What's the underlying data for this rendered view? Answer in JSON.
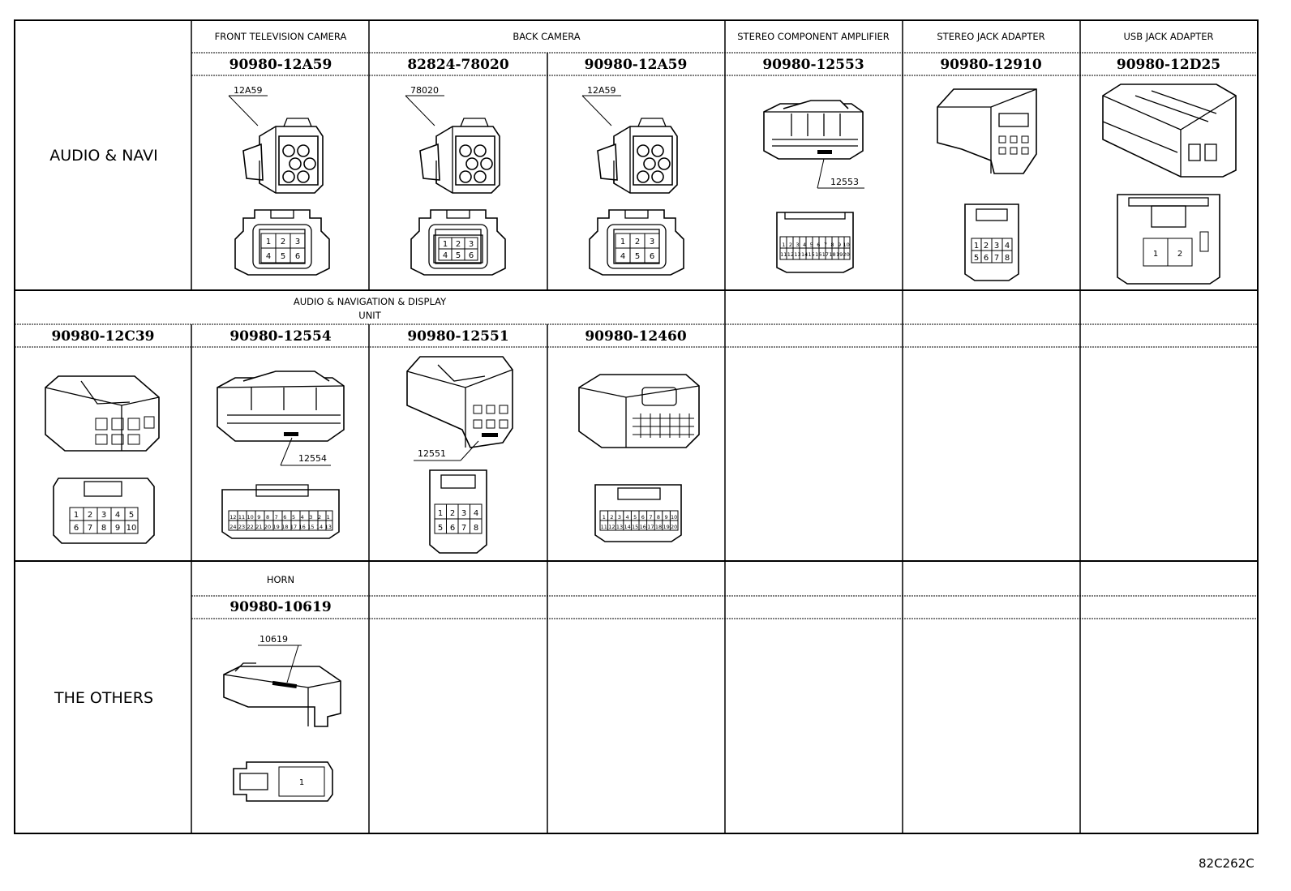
{
  "sections": {
    "audio_navi": "AUDIO & NAVI",
    "the_others": "THE OTHERS"
  },
  "row1": {
    "components": [
      {
        "title": "FRONT TELEVISION CAMERA"
      },
      {
        "title": "BACK CAMERA"
      },
      {
        "title": "STEREO COMPONENT AMPLIFIER"
      },
      {
        "title": "STEREO JACK ADAPTER"
      },
      {
        "title": "USB JACK ADAPTER"
      }
    ],
    "part_numbers": [
      "90980-12A59",
      "82824-78020",
      "90980-12A59",
      "90980-12553",
      "90980-12910",
      "90980-12D25"
    ],
    "labels": [
      "12A59",
      "78020",
      "12A59",
      "12553"
    ]
  },
  "row2": {
    "title_line1": "AUDIO & NAVIGATION & DISPLAY",
    "title_line2": "UNIT",
    "part_numbers": [
      "90980-12C39",
      "90980-12554",
      "90980-12551",
      "90980-12460"
    ],
    "labels": [
      "12554",
      "12551"
    ]
  },
  "row3": {
    "title": "HORN",
    "part_number": "90980-10619",
    "label": "10619"
  },
  "pins": {
    "six": [
      "1",
      "2",
      "3",
      "4",
      "5",
      "6"
    ],
    "eight": [
      "1",
      "2",
      "3",
      "4",
      "5",
      "6",
      "7",
      "8"
    ],
    "two": [
      "1",
      "2"
    ],
    "ten": [
      "1",
      "2",
      "3",
      "4",
      "5",
      "6",
      "7",
      "8",
      "9",
      "10"
    ],
    "one": [
      "1"
    ]
  },
  "reference_code": "82C262C"
}
